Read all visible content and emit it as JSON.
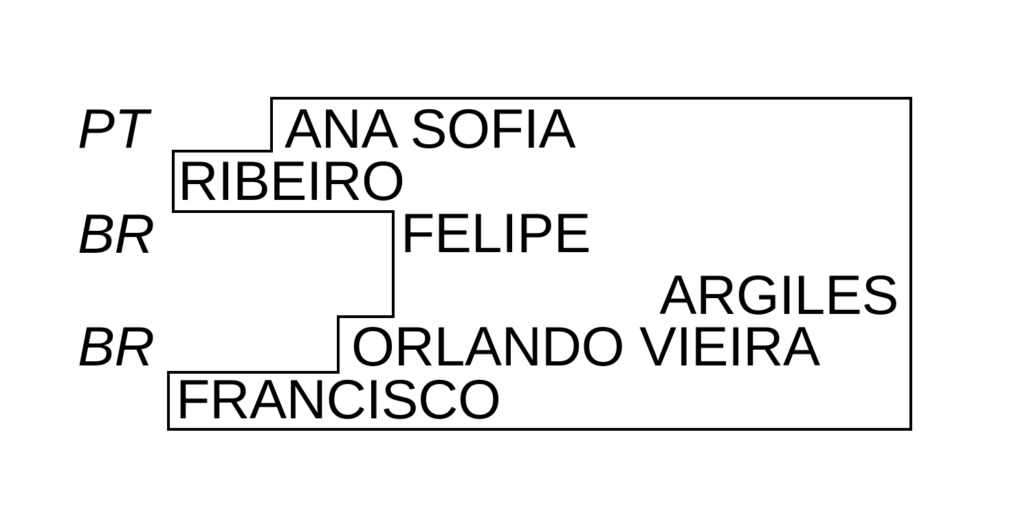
{
  "canvas": {
    "background_color": "#ffffff",
    "ink_color": "#000000"
  },
  "lineup": [
    {
      "country": "PT",
      "line1": "ANA SOFIA",
      "line2": "RIBEIRO"
    },
    {
      "country": "BR",
      "line1": "FELIPE",
      "line2": "ARGILES"
    },
    {
      "country": "BR",
      "line1": "ORLANDO VIEIRA",
      "line2": "FRANCISCO"
    }
  ]
}
